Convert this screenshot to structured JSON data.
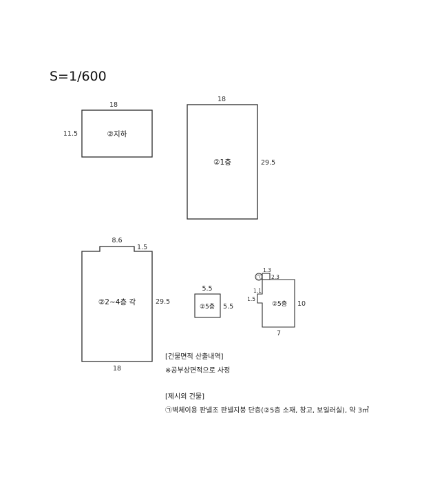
{
  "drawing": {
    "scale_label": "S=1/600",
    "title_semantic": "building-area-plan"
  },
  "figures": {
    "basement": {
      "label": "②지하",
      "width_dim": "18",
      "height_dim": "11.5"
    },
    "floor1": {
      "label": "②1층",
      "width_dim": "18",
      "height_dim": "29.5"
    },
    "floor2to4": {
      "label": "②2~4층 각",
      "top_dim_a": "8.6",
      "top_dim_b": "1.5",
      "right_dim": "29.5",
      "bottom_dim": "18"
    },
    "floor5_small": {
      "label": "②5층",
      "top_dim": "5.5",
      "right_dim": "5.5"
    },
    "floor5_large": {
      "label": "②5층",
      "annex_mark": "㉠",
      "annex_dim_top": "1.3",
      "annex_dim_side": "2.3",
      "notch_dim_a": "1.1",
      "notch_dim_b": "1.5",
      "right_dim": "10",
      "bottom_dim": "7"
    }
  },
  "notes": {
    "area_calc_heading": "[건물면적 산출내역]",
    "area_calc_line": "※공부상면적으로 사정",
    "extra_building_heading": "[제시외 건물]",
    "extra_building_line": "㉠벽체이용 판넬조 판넬지붕 단층(②5층 소재, 창고, 보일러실), 약 3㎡"
  },
  "colors": {
    "line": "#2b2b2b",
    "text": "#1a1a1a",
    "background": "#ffffff"
  }
}
